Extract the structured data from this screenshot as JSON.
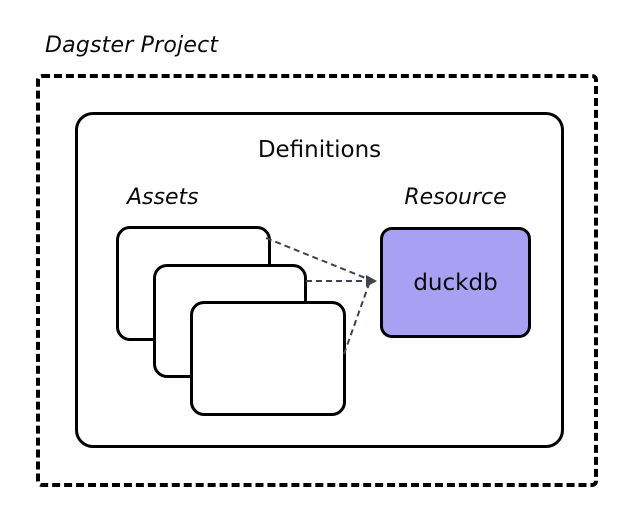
{
  "diagram": {
    "title": "Dagster Project",
    "definitions": {
      "label": "Definitions"
    },
    "assets": {
      "label": "Assets",
      "card_count": 3
    },
    "resource": {
      "label": "Resource",
      "name": "duckdb"
    },
    "connections": {
      "description": "three dashed arrows from asset cards converging into the duckdb resource",
      "count": 3
    },
    "colors": {
      "resource_fill": "#a8a0f2",
      "connector": "#3d4450",
      "border": "#000000",
      "background": "#ffffff"
    }
  }
}
